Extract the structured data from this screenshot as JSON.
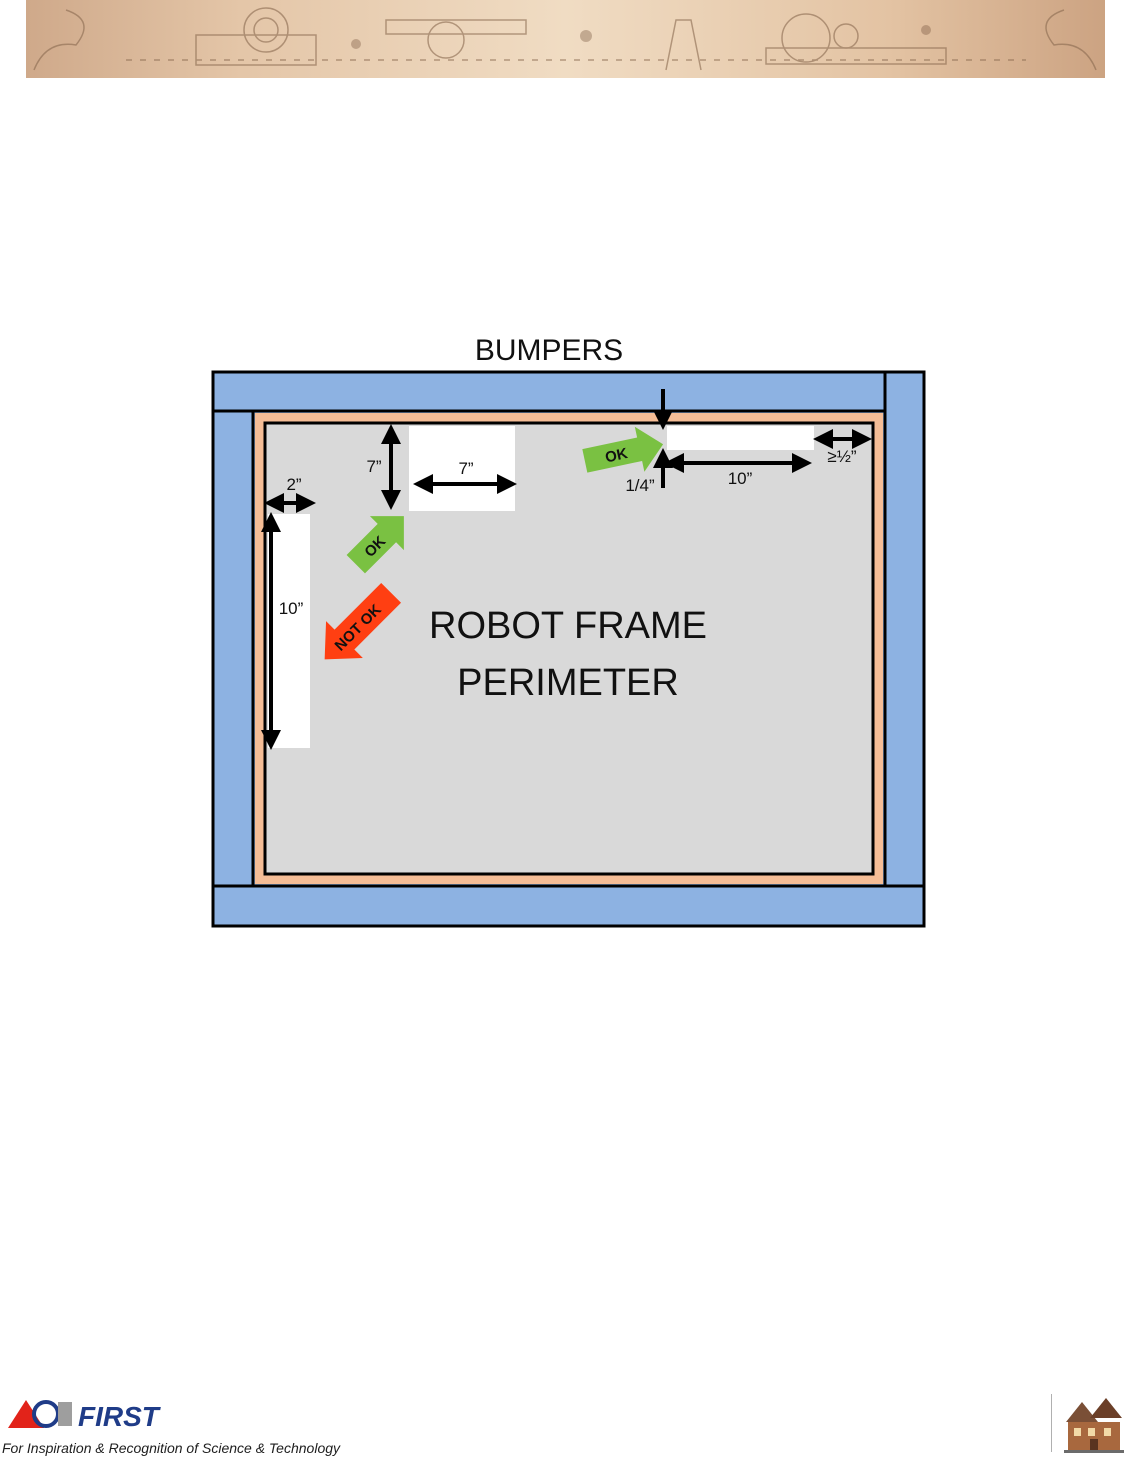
{
  "header": {
    "banner_icon": "steampunk-machinery-banner"
  },
  "diagram": {
    "title": "BUMPERS",
    "center_label_line1": "ROBOT FRAME",
    "center_label_line2": "PERIMETER",
    "labels": {
      "corner_vertical": "7”",
      "corner_horizontal": "7”",
      "left_width": "2”",
      "left_length": "10”",
      "top_gap": "1/4”",
      "top_length": "10”",
      "top_end_gap": "≥½”"
    },
    "arrows": {
      "ok_corner": "OK",
      "not_ok": "NOT OK",
      "ok_top": "OK"
    },
    "colors": {
      "bumper": "#8db2e2",
      "frame_border": "#f5bd96",
      "frame_fill": "#d9d9d9",
      "ok_arrow": "#7ac142",
      "not_ok_arrow": "#ff3f12"
    }
  },
  "footer": {
    "logo_text": "FIRST",
    "tagline": "For Inspiration & Recognition of Science & Technology",
    "house_icon": "victorian-house-icon"
  }
}
